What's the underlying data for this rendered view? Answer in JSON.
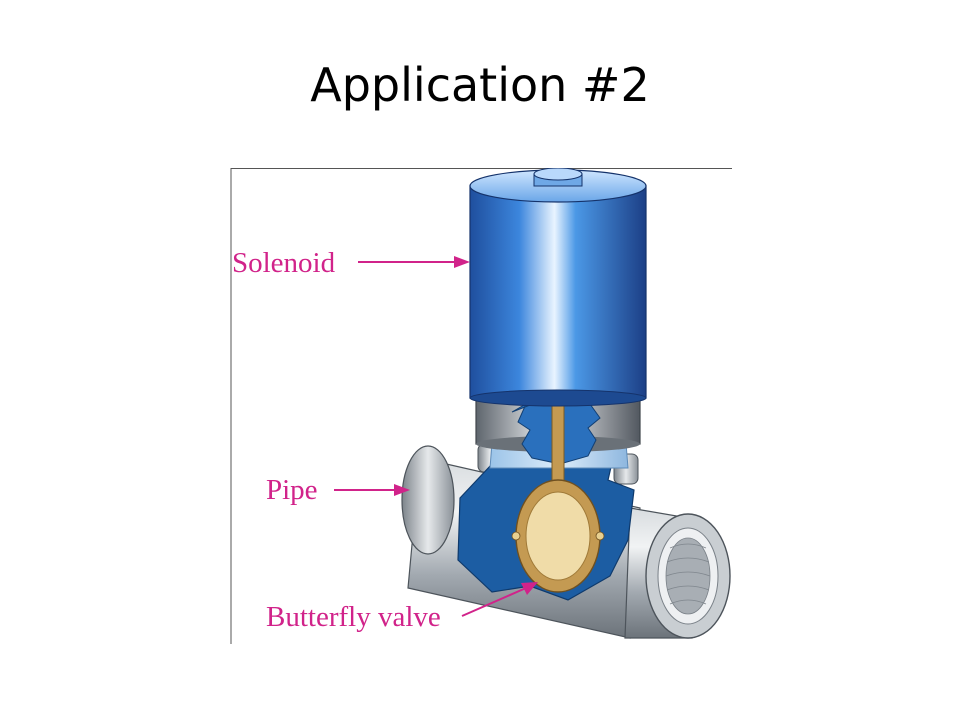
{
  "slide": {
    "title": "Application #2"
  },
  "diagram": {
    "labels": {
      "solenoid": "Solenoid",
      "pipe": "Pipe",
      "butterfly_valve": "Butterfly valve"
    },
    "colors": {
      "label": "#d1238a",
      "solenoid_blue": "#2f78d0",
      "pipe_gray": "#9aa1a8",
      "water_blue": "#1c5da3",
      "valve_gold": "#c49a52"
    }
  }
}
